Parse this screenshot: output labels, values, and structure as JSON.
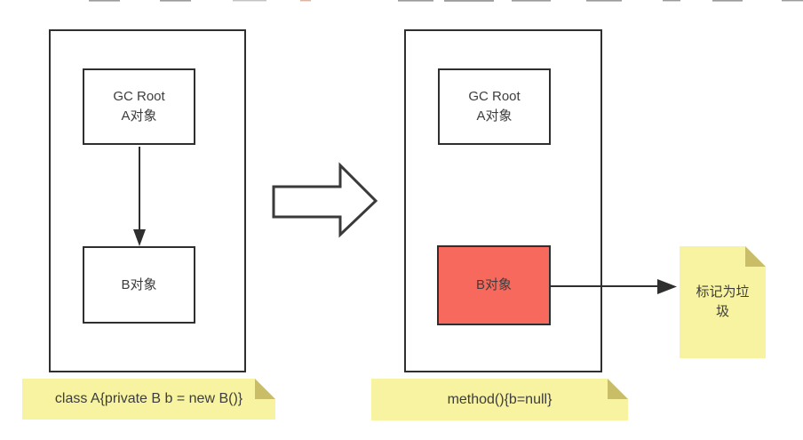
{
  "panels": {
    "before": {
      "gc_root_box": {
        "line1": "GC Root",
        "line2": "A对象"
      },
      "b_box_label": "B对象",
      "note_text": "class A{private B b = new B()}"
    },
    "after": {
      "gc_root_box": {
        "line1": "GC Root",
        "line2": "A对象"
      },
      "b_box_label": "B对象",
      "note_text": "method(){b=null}",
      "garbage_note_text": "标记为垃圾"
    }
  },
  "colors": {
    "background": "#ffffff",
    "line_and_border": "#2f2f2f",
    "text": "#3d3d3d",
    "garbage_box_fill": "#f7695c",
    "sticky_note_fill": "#f7f3a0",
    "sticky_note_fold": "#c9bd67"
  }
}
